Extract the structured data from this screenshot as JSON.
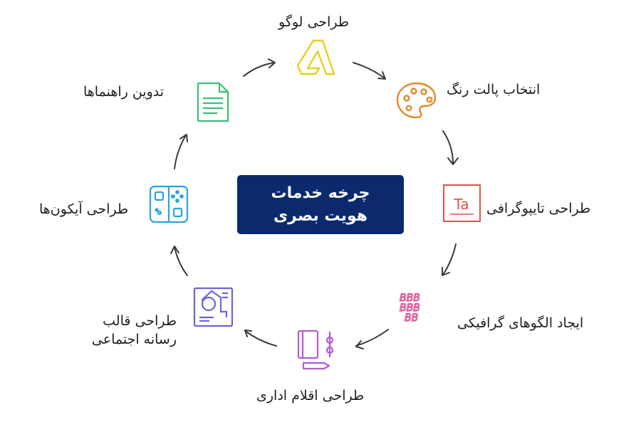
{
  "center": {
    "line1": "چرخه خدمات",
    "line2": "هویت بصری"
  },
  "steps": [
    {
      "label": "طراحی لوگو",
      "icon": "logo-icon",
      "color": "#e6cf1f"
    },
    {
      "label": "انتخاب پالت رنگ",
      "icon": "palette-icon",
      "color": "#e08a2f"
    },
    {
      "label": "طراحی تایپوگرافی",
      "icon": "typography-icon",
      "color": "#e0534f"
    },
    {
      "label": "ایجاد الگوهای گرافیکی",
      "icon": "pattern-icon",
      "color": "#e05a9a"
    },
    {
      "label": "طراحی اقلام اداری",
      "icon": "stationery-icon",
      "color": "#b25ad6"
    },
    {
      "label_line1": "طراحی قالب",
      "label_line2": "رسانه اجتماعی",
      "icon": "social-template-icon",
      "color": "#6b63d9"
    },
    {
      "label": "طراحی آیکون‌ها",
      "icon": "game-controller-icon",
      "color": "#2aa4d8"
    },
    {
      "label": "تدوین راهنماها",
      "icon": "document-icon",
      "color": "#3cbf78"
    }
  ]
}
